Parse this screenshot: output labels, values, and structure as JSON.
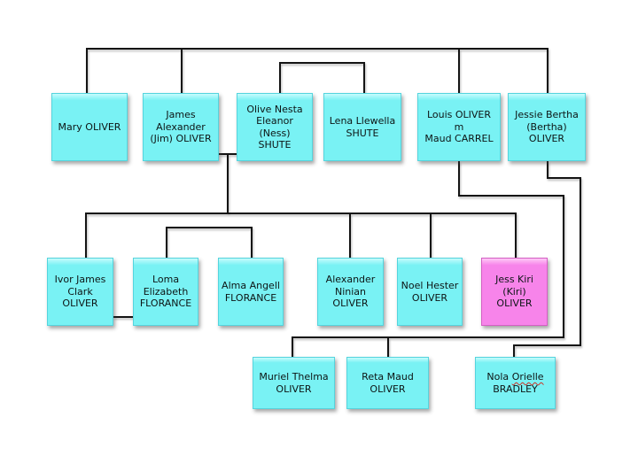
{
  "colors": {
    "background": "#ffffff",
    "box-cyan": "#79f2f4",
    "box-cyan-border": "#55d4dd",
    "box-pink": "#f784ea",
    "box-pink-border": "#d45fc4",
    "line": "#141414",
    "text": "#0d1515",
    "misspell": "#cc3327"
  },
  "people": {
    "mary": {
      "lines": [
        "Mary OLIVER"
      ]
    },
    "james": {
      "lines": [
        "James",
        "Alexander",
        "(Jim) OLIVER"
      ]
    },
    "olive": {
      "lines": [
        "Olive Nesta",
        "Eleanor (Ness)",
        "SHUTE"
      ]
    },
    "lena": {
      "lines": [
        "Lena Llewella",
        "SHUTE"
      ]
    },
    "louis": {
      "lines": [
        "Louis OLIVER",
        "m",
        "Maud CARREL"
      ]
    },
    "jessie": {
      "lines": [
        "Jessie Bertha",
        "(Bertha)",
        "OLIVER"
      ]
    },
    "ivor": {
      "lines": [
        "Ivor James",
        "Clark",
        "OLIVER"
      ]
    },
    "loma": {
      "lines": [
        "Loma",
        "Elizabeth",
        "FLORANCE"
      ]
    },
    "alma": {
      "lines": [
        "Alma Angell",
        "FLORANCE"
      ]
    },
    "alexander": {
      "lines": [
        "Alexander",
        "Ninian",
        "OLIVER"
      ]
    },
    "noel": {
      "lines": [
        "Noel Hester",
        "OLIVER"
      ]
    },
    "jess": {
      "lines": [
        "Jess Kiri",
        "(Kiri)",
        "OLIVER"
      ]
    },
    "muriel": {
      "lines": [
        "Muriel Thelma",
        "OLIVER"
      ]
    },
    "reta": {
      "lines": [
        "Reta Maud",
        "OLIVER"
      ]
    },
    "nola": {
      "first_name": "Nola",
      "misspelled_word": "Orielle",
      "surname": "BRADLEY"
    }
  }
}
